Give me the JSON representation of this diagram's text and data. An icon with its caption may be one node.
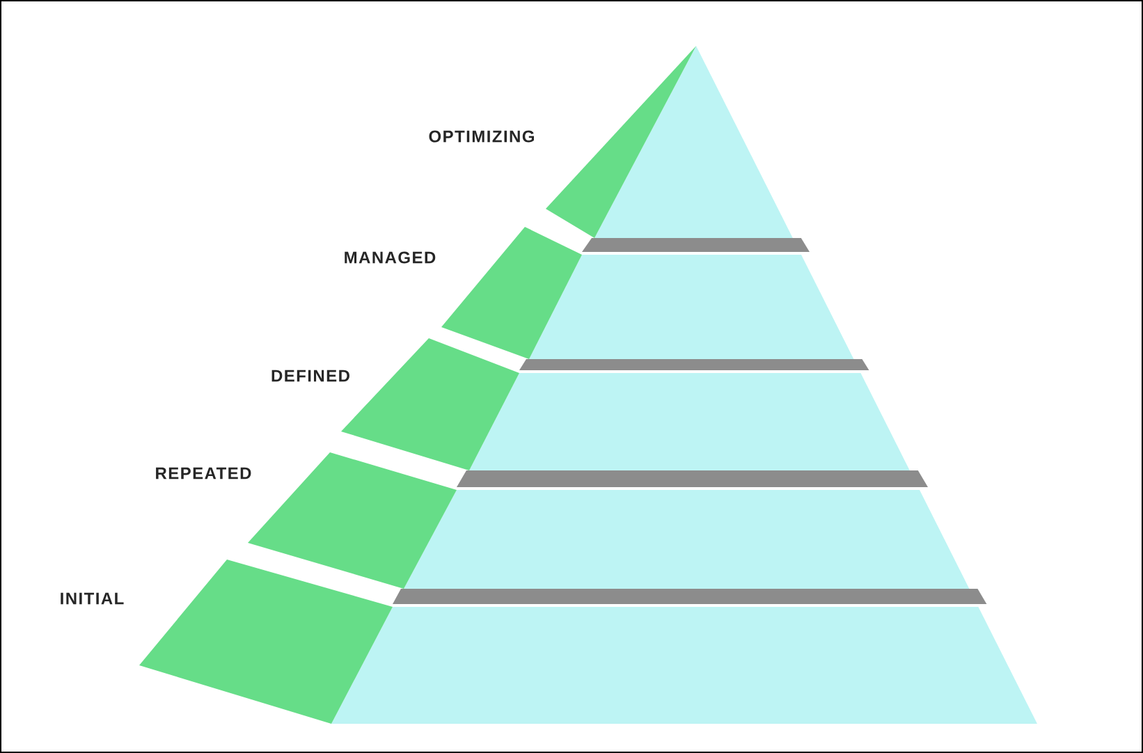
{
  "diagram": {
    "nodes": [
      {
        "text": [
          "OPTIMIZING"
        ]
      },
      {
        "text": [
          "MANAGED"
        ]
      },
      {
        "text": [
          "DEFINED"
        ]
      },
      {
        "text": [
          "REPEATED"
        ]
      },
      {
        "text": [
          "INITIAL"
        ]
      }
    ]
  }
}
